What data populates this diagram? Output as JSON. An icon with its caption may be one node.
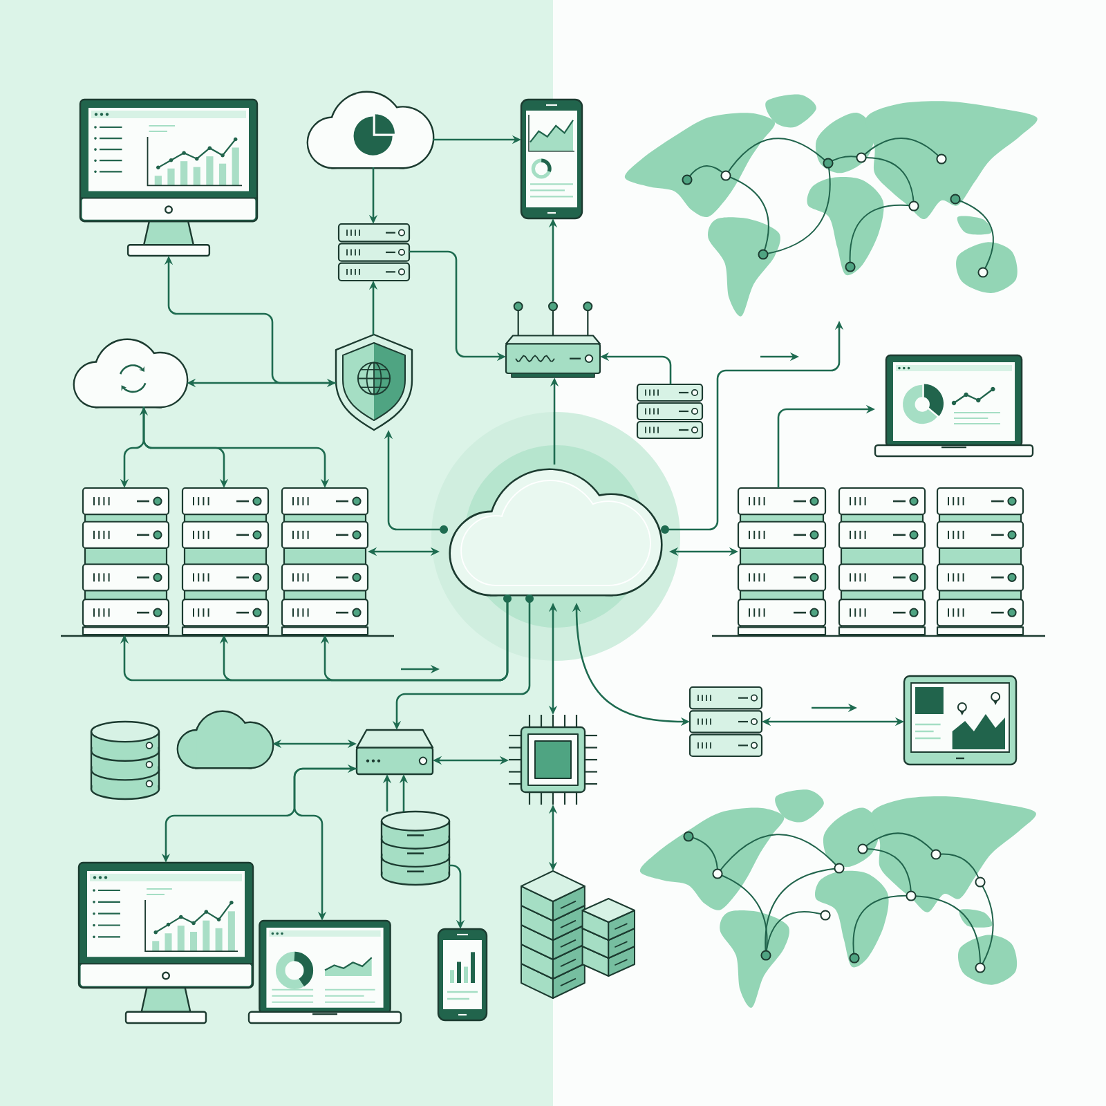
{
  "diagram": {
    "nodes": [
      {
        "text": [],
        "shape": "picture"
      },
      {
        "text": [],
        "shape": "cloud"
      },
      {
        "text": [],
        "shape": "picture"
      },
      {
        "text": [],
        "shape": "picture"
      },
      {
        "text": [],
        "shape": "picture"
      },
      {
        "text": [],
        "shape": "cloud"
      },
      {
        "text": [],
        "shape": "picture"
      },
      {
        "text": [],
        "shape": "picture"
      },
      {
        "text": [],
        "shape": "picture"
      },
      {
        "text": [],
        "shape": "picture"
      },
      {
        "text": [],
        "shape": "picture"
      },
      {
        "text": [],
        "shape": "picture"
      },
      {
        "text": [],
        "shape": "picture"
      },
      {
        "text": [],
        "shape": "cloud"
      },
      {
        "text": [],
        "shape": "picture"
      },
      {
        "text": [],
        "shape": "picture"
      },
      {
        "text": [],
        "shape": "picture"
      },
      {
        "text": [],
        "shape": "cylinder"
      },
      {
        "text": [],
        "shape": "cloud"
      },
      {
        "text": [],
        "shape": "picture"
      },
      {
        "text": [],
        "shape": "picture"
      },
      {
        "text": [],
        "shape": "picture"
      },
      {
        "text": [],
        "shape": "picture"
      },
      {
        "text": [],
        "shape": "cylinder"
      },
      {
        "text": [],
        "shape": "picture"
      },
      {
        "text": [],
        "shape": "picture"
      },
      {
        "text": [],
        "shape": "picture"
      },
      {
        "text": [],
        "shape": "picture"
      },
      {
        "text": [],
        "shape": "picture"
      }
    ],
    "edges": [
      {
        "from": 1,
        "to": 2,
        "arrow": "to"
      },
      {
        "from": 1,
        "to": 4,
        "arrow": "to"
      },
      {
        "from": 6,
        "to": 4,
        "arrow": "to"
      },
      {
        "from": 4,
        "to": 7,
        "arrow": "to"
      },
      {
        "from": 7,
        "to": 2,
        "arrow": "to"
      },
      {
        "from": 5,
        "to": 6,
        "arrow": "both"
      },
      {
        "from": 6,
        "to": 0,
        "arrow": "to"
      },
      {
        "from": 8,
        "to": 7,
        "arrow": "to"
      },
      {
        "from": 13,
        "to": 7,
        "arrow": "to"
      },
      {
        "from": 13,
        "to": 6,
        "arrow": "to"
      },
      {
        "from": 5,
        "to": 10,
        "arrow": "to"
      },
      {
        "from": 5,
        "to": 11,
        "arrow": "both"
      },
      {
        "from": 5,
        "to": 12,
        "arrow": "to"
      },
      {
        "from": 12,
        "to": 13,
        "arrow": "both"
      },
      {
        "from": 13,
        "to": 10,
        "arrow": "to"
      },
      {
        "from": 13,
        "to": 11,
        "arrow": "to"
      },
      {
        "from": 13,
        "to": 12,
        "arrow": "to"
      },
      {
        "from": 13,
        "to": 19,
        "arrow": "to"
      },
      {
        "from": 13,
        "to": 20,
        "arrow": "both"
      },
      {
        "from": 13,
        "to": 21,
        "arrow": "both"
      },
      {
        "from": 13,
        "to": 3,
        "arrow": "to"
      },
      {
        "from": 14,
        "to": 9,
        "arrow": "to"
      },
      {
        "from": 13,
        "to": 14,
        "arrow": "both"
      },
      {
        "from": 21,
        "to": 22,
        "arrow": "both"
      },
      {
        "from": 18,
        "to": 19,
        "arrow": "both"
      },
      {
        "from": 19,
        "to": 20,
        "arrow": "both"
      },
      {
        "from": 20,
        "to": 27,
        "arrow": "both"
      },
      {
        "from": 23,
        "to": 19,
        "arrow": "to"
      },
      {
        "from": 23,
        "to": 19,
        "arrow": "to"
      },
      {
        "from": 23,
        "to": 26,
        "arrow": "to"
      },
      {
        "from": 19,
        "to": 24,
        "arrow": "both"
      },
      {
        "from": 19,
        "to": 25,
        "arrow": "to"
      }
    ]
  }
}
